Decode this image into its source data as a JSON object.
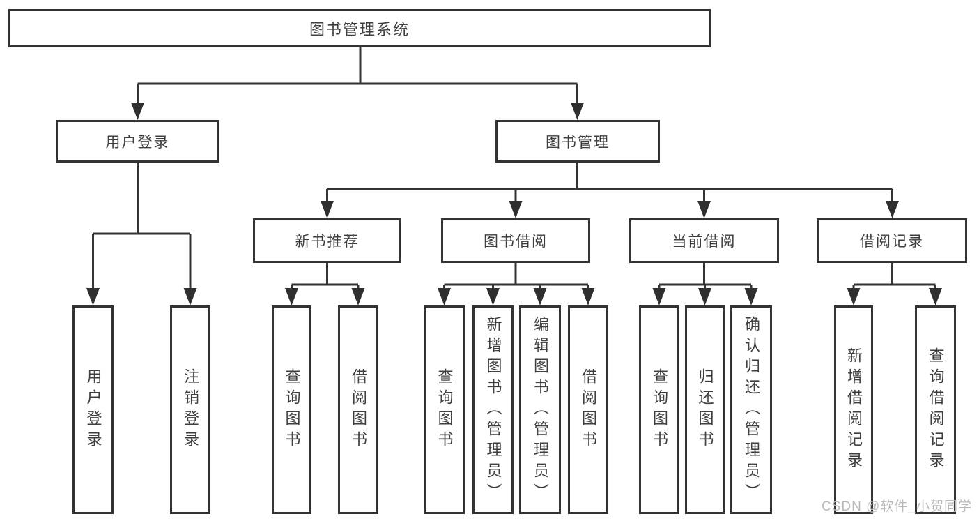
{
  "diagram": {
    "root": {
      "label": "图书管理系统"
    },
    "level2": [
      {
        "id": "user-login",
        "label": "用户登录"
      },
      {
        "id": "book-management",
        "label": "图书管理"
      }
    ],
    "level3": [
      {
        "id": "new-book-recommend",
        "label": "新书推荐"
      },
      {
        "id": "book-borrow",
        "label": "图书借阅"
      },
      {
        "id": "current-borrow",
        "label": "当前借阅"
      },
      {
        "id": "borrow-records",
        "label": "借阅记录"
      }
    ],
    "level4": [
      {
        "parent": "用户登录",
        "label": "用户登录"
      },
      {
        "parent": "用户登录",
        "label": "注销登录"
      },
      {
        "parent": "新书推荐",
        "label": "查询图书"
      },
      {
        "parent": "新书推荐",
        "label": "借阅图书"
      },
      {
        "parent": "图书借阅",
        "label": "查询图书"
      },
      {
        "parent": "图书借阅",
        "label": "新增图书（管理员）"
      },
      {
        "parent": "图书借阅",
        "label": "编辑图书（管理员）"
      },
      {
        "parent": "图书借阅",
        "label": "借阅图书"
      },
      {
        "parent": "当前借阅",
        "label": "查询图书"
      },
      {
        "parent": "当前借阅",
        "label": "归还图书"
      },
      {
        "parent": "当前借阅",
        "label": "确认归还（管理员）"
      },
      {
        "parent": "借阅记录",
        "label": "新增借阅记录"
      },
      {
        "parent": "借阅记录",
        "label": "查询借阅记录"
      }
    ]
  },
  "watermark": {
    "text": "CSDN @软件_小贺同学"
  },
  "colors": {
    "background": "#ffffff",
    "box_border": "#333333",
    "connector_line": "#333333",
    "arrow_fill": "#2f2f2f",
    "text": "#3f3f3f",
    "watermark_text": "#b9b9b9"
  }
}
